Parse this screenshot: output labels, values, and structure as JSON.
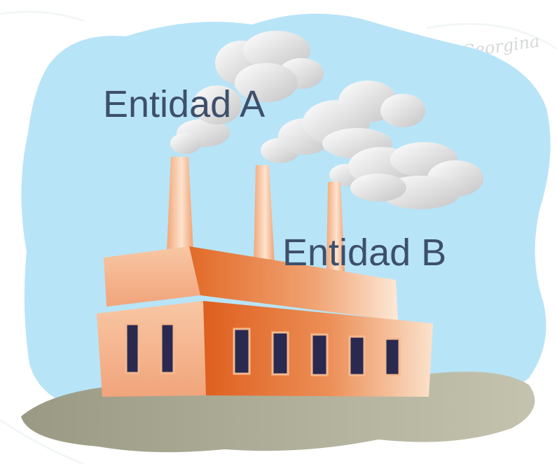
{
  "labels": {
    "entity_a": "Entidad A",
    "entity_b": "Entidad B"
  },
  "watermark": "Georgina",
  "colors": {
    "sky": "#b8e4f7",
    "text": "#3d4f6b",
    "ground": "#a9a894",
    "factory_orange": "#e06a26",
    "factory_light": "#f7bf9b",
    "window": "#2a2950",
    "smoke": "#e6e6e6"
  }
}
